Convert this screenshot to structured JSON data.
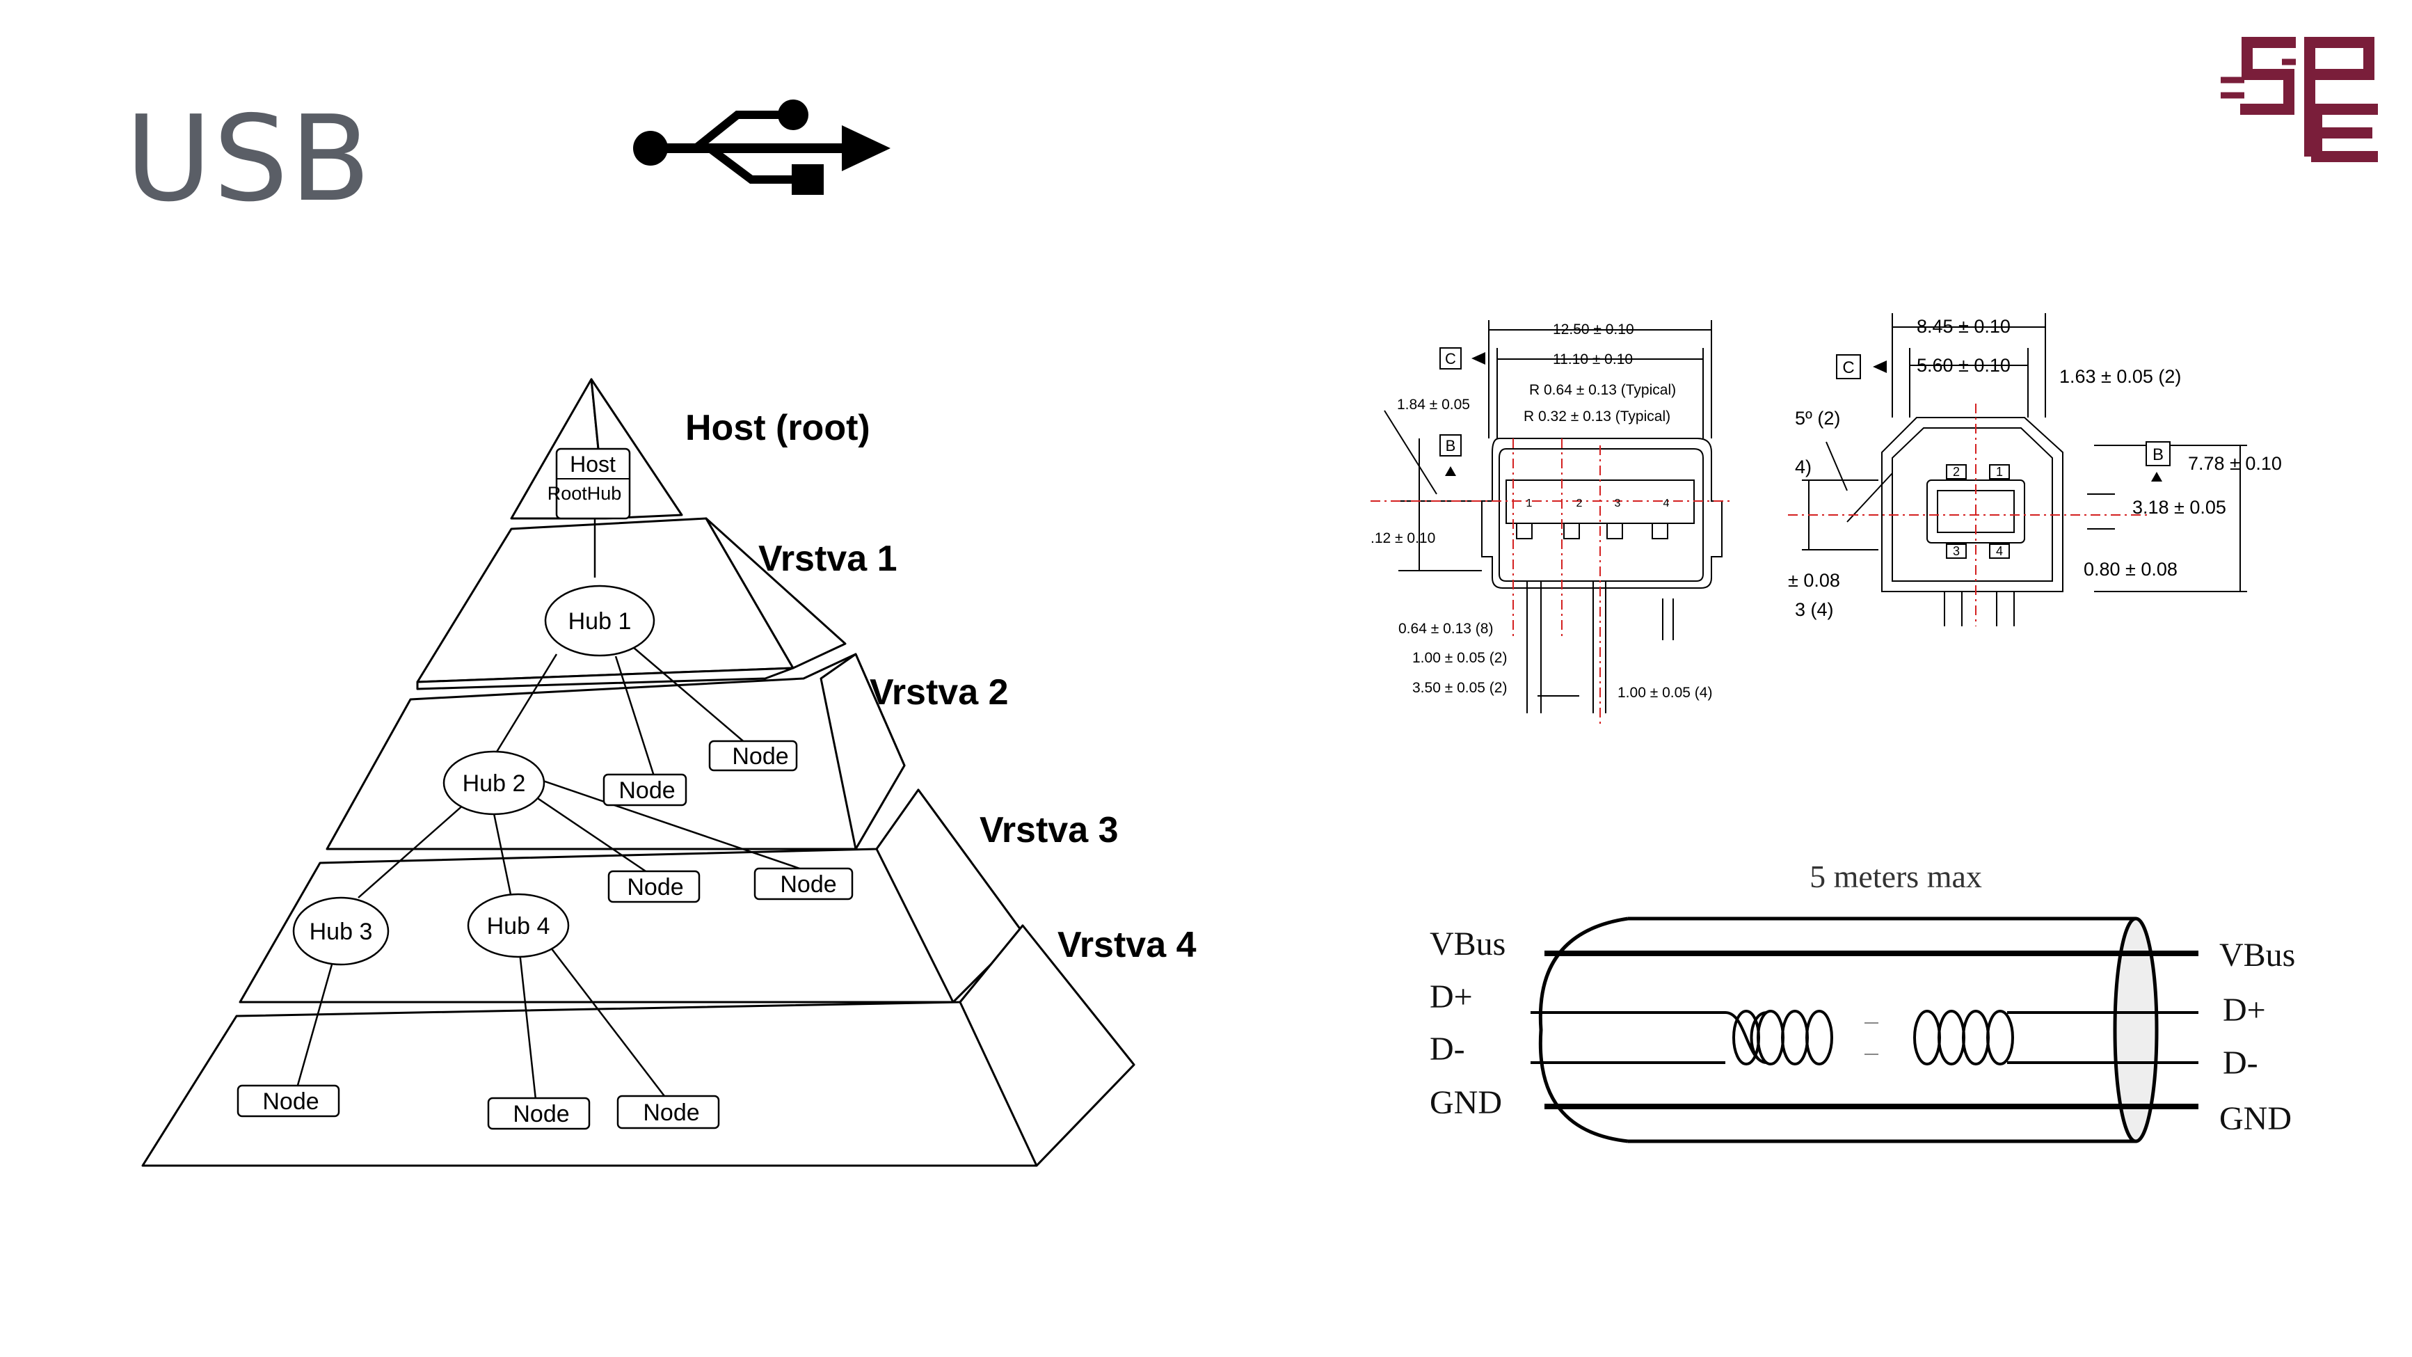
{
  "slide": {
    "title": "USB"
  },
  "pyramid": {
    "layers": [
      {
        "label": "Host (root)"
      },
      {
        "label": "Vrstva 1"
      },
      {
        "label": "Vrstva 2"
      },
      {
        "label": "Vrstva 3"
      },
      {
        "label": "Vrstva 4"
      }
    ],
    "host": {
      "line1": "Host",
      "line2": "RootHub"
    },
    "hubs": [
      "Hub 1",
      "Hub 2",
      "Hub 3",
      "Hub 4"
    ],
    "node_label": "Node"
  },
  "connector_a": {
    "dims": [
      "12.50 ± 0.10",
      "11.10 ± 0.10",
      "R 0.64 ± 0.13 (Typical)",
      "R 0.32 ± 0.13 (Typical)",
      "1.84 ± 0.05",
      ".12 ± 0.10",
      "0.64 ± 0.13 (8)",
      "1.00 ± 0.05 (2)",
      "3.50 ± 0.05 (2)",
      "1.00 ± 0.05 (4)"
    ],
    "datums": [
      "C",
      "B"
    ],
    "pins": [
      "1",
      "2",
      "3",
      "4"
    ]
  },
  "connector_b": {
    "dims": [
      "8.45 ± 0.10",
      "5.60 ± 0.10",
      "1.63 ± 0.05 (2)",
      "5º (2)",
      "4)",
      "7.78 ± 0.10",
      "3.18 ± 0.05",
      "0.80 ± 0.08",
      "± 0.08",
      "3 (4)"
    ],
    "datums": [
      "C",
      "B"
    ],
    "pins": [
      "2",
      "1",
      "3",
      "4"
    ]
  },
  "cable": {
    "caption": "5 meters max",
    "left_labels": [
      "VBus",
      "D+",
      "D-",
      "GND"
    ],
    "right_labels": [
      "VBus",
      "D+",
      "D-",
      "GND"
    ]
  },
  "colors": {
    "title": "#5a5e66",
    "brand": "#7a1e3a",
    "diagram_line": "#000000",
    "centerline": "#d42020"
  }
}
